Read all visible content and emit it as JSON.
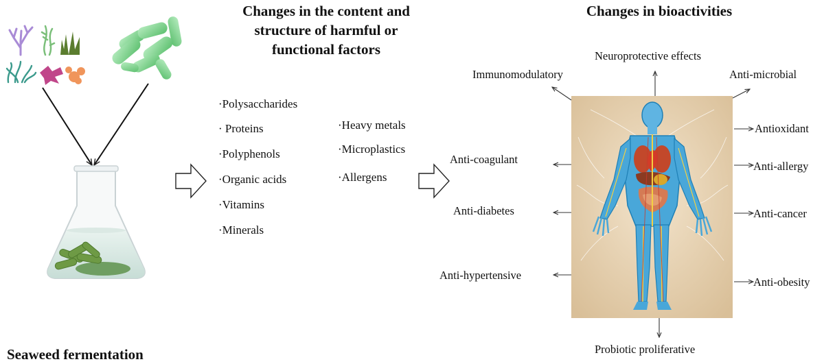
{
  "titles": {
    "fermentation": "Seaweed fermentation",
    "factors": [
      "Changes in the content and",
      "structure of harmful or",
      "functional factors"
    ],
    "bioactivities": "Changes in bioactivities"
  },
  "functional_factors": [
    "·Polysaccharides",
    "· Proteins",
    "·Polyphenols",
    "·Organic acids",
    "·Vitamins",
    "·Minerals"
  ],
  "harmful_factors": [
    "·Heavy metals",
    "·Microplastics",
    "·Allergens"
  ],
  "bioactivities": {
    "top": [
      "Immunomodulatory",
      "Neuroprotective effects",
      "Anti-microbial"
    ],
    "left": [
      "Anti-coagulant",
      "Anti-diabetes",
      "Anti-hypertensive"
    ],
    "right": [
      "Antioxidant",
      "Anti-allergy",
      "Anti-cancer",
      "Anti-obesity"
    ],
    "bottom": "Probiotic proliferative"
  },
  "icons": [
    "seaweed-icon",
    "bacteria-icon",
    "flask-icon",
    "human-body-icon",
    "outline-arrow-icon"
  ],
  "colors": {
    "seaweed_purple": "#a98bd6",
    "seaweed_green": "#6aa84f",
    "seaweed_teal": "#3b9a8c",
    "seaweed_magenta": "#c0468a",
    "seaweed_orange": "#f0955b",
    "bacteria_green": "#7fd18a",
    "body_background": "#e8d4b5",
    "body_blue": "#2b9fd8",
    "organ_red": "#c2482b"
  }
}
